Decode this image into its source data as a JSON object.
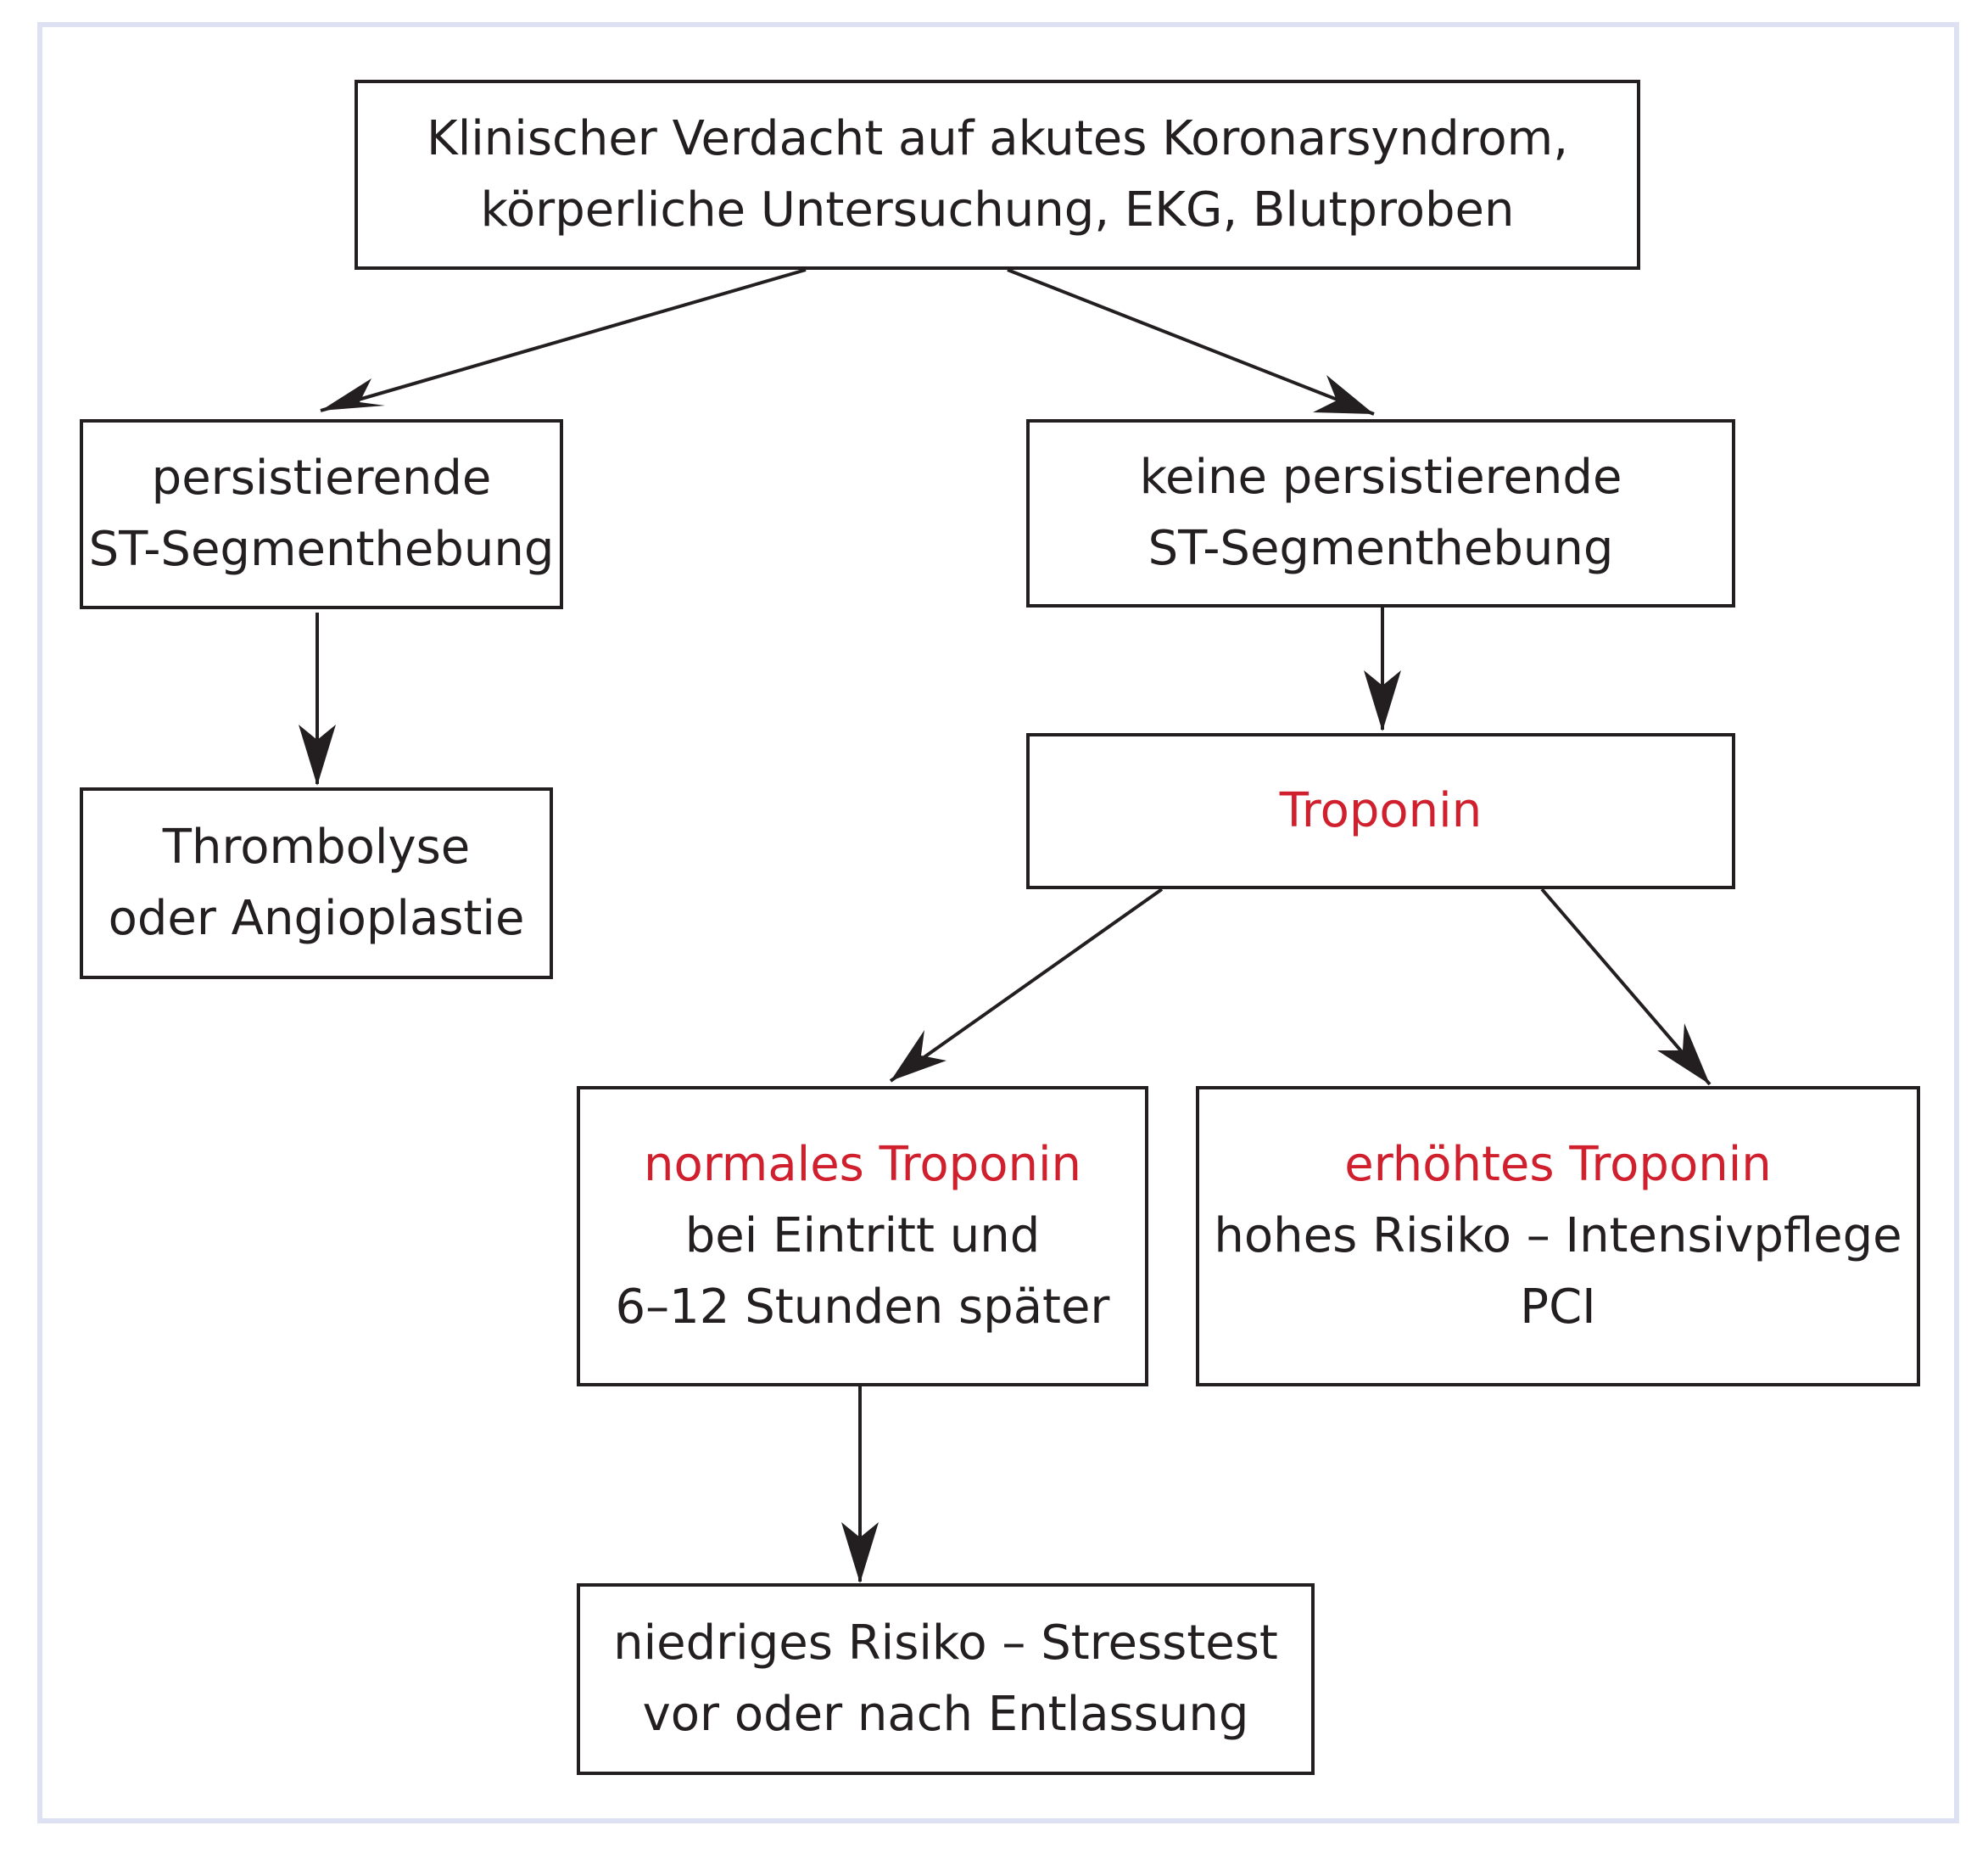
{
  "colors": {
    "frame": "#dde1f2",
    "line": "#231f20",
    "highlight": "#d0202e"
  },
  "nodes": {
    "verdacht": {
      "line1": "Klinischer Verdacht auf akutes Koronarsyndrom,",
      "line2": "körperliche Untersuchung, EKG, Blutproben"
    },
    "persistierend": {
      "line1": "persistierende",
      "line2": "ST-Segmenthebung"
    },
    "keine_persistierend": {
      "line1": "keine persistierende",
      "line2": "ST-Segmenthebung"
    },
    "thrombolyse": {
      "line1": "Thrombolyse",
      "line2": "oder Angioplastie"
    },
    "troponin": {
      "title": "Troponin"
    },
    "normales": {
      "title": "normales Troponin",
      "line1": "bei Eintritt und",
      "line2": "6–12 Stunden später"
    },
    "erhoehtes": {
      "title": "erhöhtes Troponin",
      "line1": "hohes Risiko – Intensivpflege",
      "line2": "PCI"
    },
    "niedriges": {
      "line1": "niedriges Risiko – Stresstest",
      "line2": "vor oder nach Entlassung"
    }
  },
  "edges": [
    {
      "from": "verdacht",
      "to": "persistierend"
    },
    {
      "from": "verdacht",
      "to": "keine_persistierend"
    },
    {
      "from": "persistierend",
      "to": "thrombolyse"
    },
    {
      "from": "keine_persistierend",
      "to": "troponin"
    },
    {
      "from": "troponin",
      "to": "normales"
    },
    {
      "from": "troponin",
      "to": "erhoehtes"
    },
    {
      "from": "normales",
      "to": "niedriges"
    }
  ]
}
